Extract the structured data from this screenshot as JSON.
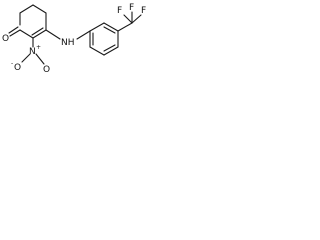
{
  "molecule": {
    "atoms": {
      "oxygen_keto": "O",
      "nitrogen_nitro": "N",
      "nitro_n_charge": "+",
      "oxygen_nitro_top": "O",
      "oxygen_nitro_bottom": "O",
      "nitro_o_charge": "-",
      "amine": "NH",
      "fluorine_top": "F",
      "fluorine_left": "F",
      "fluorine_right": "F"
    }
  }
}
